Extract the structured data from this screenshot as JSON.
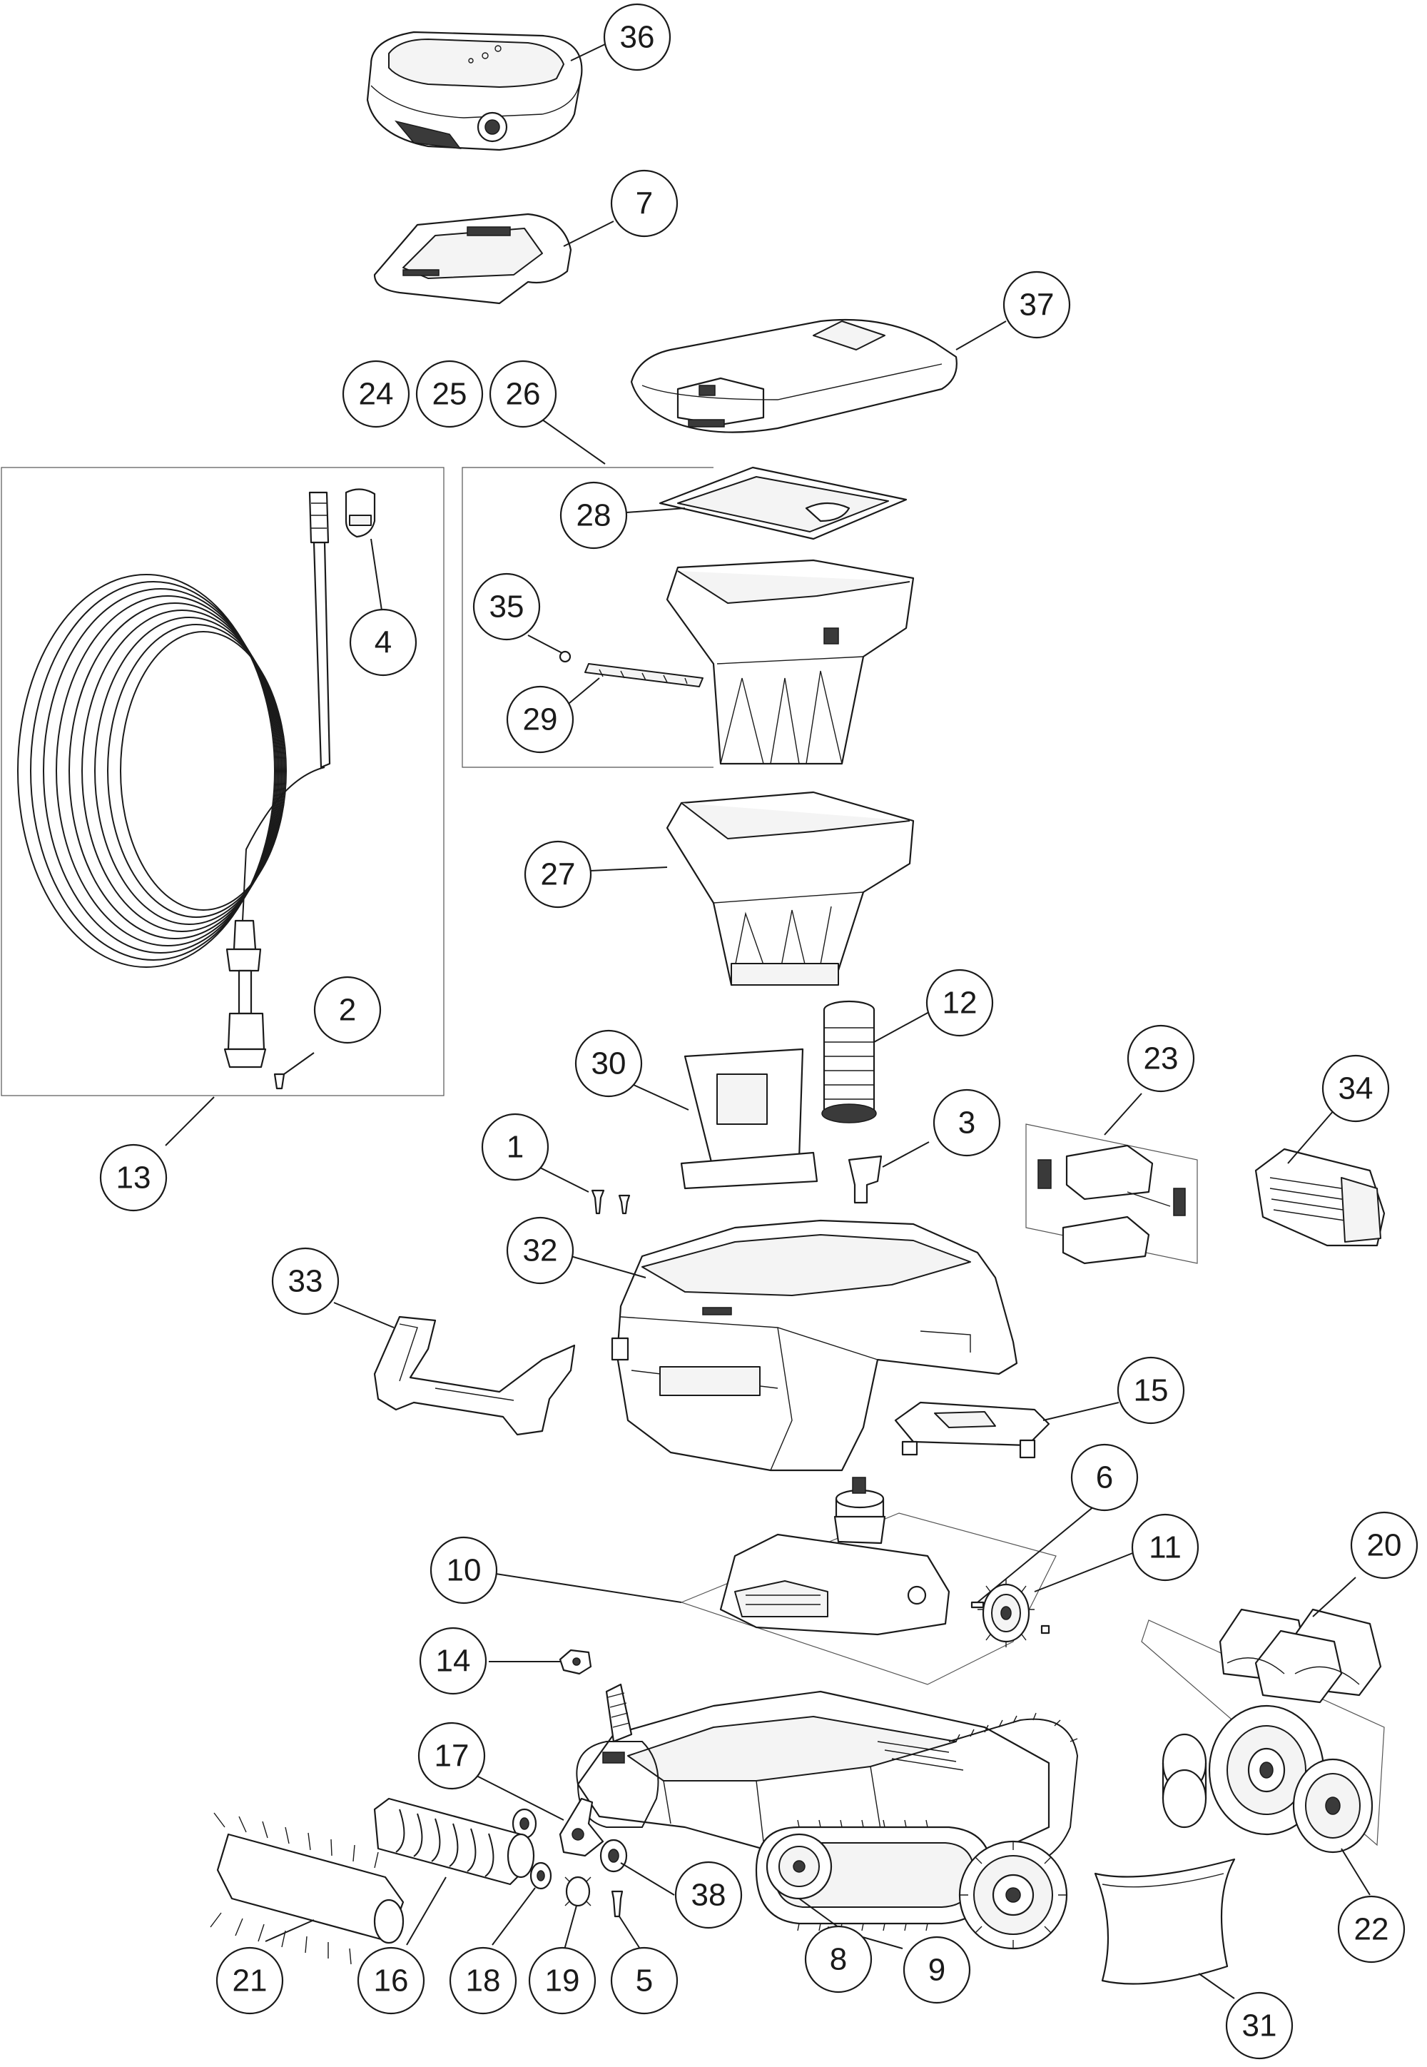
{
  "diagram": {
    "callouts": [
      {
        "id": "c36",
        "label": "36"
      },
      {
        "id": "c7",
        "label": "7"
      },
      {
        "id": "c37",
        "label": "37"
      },
      {
        "id": "c24",
        "label": "24"
      },
      {
        "id": "c25",
        "label": "25"
      },
      {
        "id": "c26",
        "label": "26"
      },
      {
        "id": "c28",
        "label": "28"
      },
      {
        "id": "c35",
        "label": "35"
      },
      {
        "id": "c29",
        "label": "29"
      },
      {
        "id": "c4",
        "label": "4"
      },
      {
        "id": "c27",
        "label": "27"
      },
      {
        "id": "c12",
        "label": "12"
      },
      {
        "id": "c2",
        "label": "2"
      },
      {
        "id": "c30",
        "label": "30"
      },
      {
        "id": "c23",
        "label": "23"
      },
      {
        "id": "c34",
        "label": "34"
      },
      {
        "id": "c13",
        "label": "13"
      },
      {
        "id": "c1",
        "label": "1"
      },
      {
        "id": "c3",
        "label": "3"
      },
      {
        "id": "c32",
        "label": "32"
      },
      {
        "id": "c33",
        "label": "33"
      },
      {
        "id": "c15",
        "label": "15"
      },
      {
        "id": "c6",
        "label": "6"
      },
      {
        "id": "c10",
        "label": "10"
      },
      {
        "id": "c11",
        "label": "11"
      },
      {
        "id": "c20",
        "label": "20"
      },
      {
        "id": "c14",
        "label": "14"
      },
      {
        "id": "c17",
        "label": "17"
      },
      {
        "id": "c38",
        "label": "38"
      },
      {
        "id": "c8",
        "label": "8"
      },
      {
        "id": "c9",
        "label": "9"
      },
      {
        "id": "c22",
        "label": "22"
      },
      {
        "id": "c21",
        "label": "21"
      },
      {
        "id": "c16",
        "label": "16"
      },
      {
        "id": "c18",
        "label": "18"
      },
      {
        "id": "c19",
        "label": "19"
      },
      {
        "id": "c5",
        "label": "5"
      },
      {
        "id": "c31",
        "label": "31"
      }
    ]
  }
}
